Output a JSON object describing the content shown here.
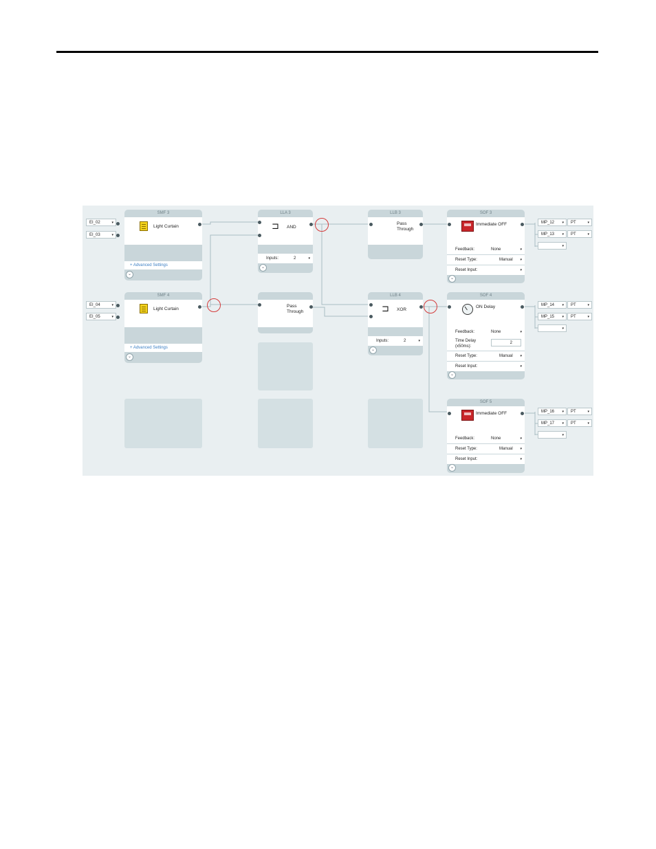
{
  "inputs": {
    "ei_02": "EI_02",
    "ei_03": "EI_03",
    "ei_04": "EI_04",
    "ei_05": "EI_05",
    "dd": "▾"
  },
  "smf3": {
    "title": "SMF 3",
    "name": "Light Curtain",
    "advanced": "+ Advanced Settings"
  },
  "smf4": {
    "title": "SMF 4",
    "name": "Light Curtain",
    "advanced": "+ Advanced Settings"
  },
  "lla3": {
    "title": "LLA 3",
    "name": "AND",
    "inputs_label": "Inputs:",
    "inputs_value": "2"
  },
  "llb3": {
    "title": "LLB 3",
    "name": "Pass\nThrough"
  },
  "pass_mid": {
    "name": "Pass\nThrough"
  },
  "llb4": {
    "title": "LLB 4",
    "name": "XOR",
    "inputs_label": "Inputs:",
    "inputs_value": "2"
  },
  "sof3": {
    "title": "SOF 3",
    "name": "Immediate OFF",
    "feedback_label": "Feedback:",
    "feedback_value": "None",
    "reset_type_label": "Reset Type:",
    "reset_type_value": "Manual",
    "reset_input_label": "Reset Input:"
  },
  "sof4": {
    "title": "SOF 4",
    "name": "ON Delay",
    "feedback_label": "Feedback:",
    "feedback_value": "None",
    "time_delay_label": "Time Delay\n(x50ms):",
    "time_delay_value": "2",
    "reset_type_label": "Reset Type:",
    "reset_type_value": "Manual",
    "reset_input_label": "Reset Input:"
  },
  "sof5": {
    "title": "SOF 5",
    "name": "Immediate OFF",
    "feedback_label": "Feedback:",
    "feedback_value": "None",
    "reset_type_label": "Reset Type:",
    "reset_type_value": "Manual",
    "reset_input_label": "Reset Input:"
  },
  "outputs": {
    "mp12": "MP_12",
    "mp13": "MP_13",
    "mp14": "MP_14",
    "mp15": "MP_15",
    "mp16": "MP_16",
    "mp17": "MP_17",
    "pt": "PT"
  },
  "icons": {
    "chevron": "chevron-down-icon",
    "dropdown": "dropdown-arrow-icon"
  },
  "colors": {
    "canvas": "#e9eff1",
    "block": "#c9d6da",
    "highlight_ring": "#d43b3b",
    "link": "#3b7fc4"
  }
}
